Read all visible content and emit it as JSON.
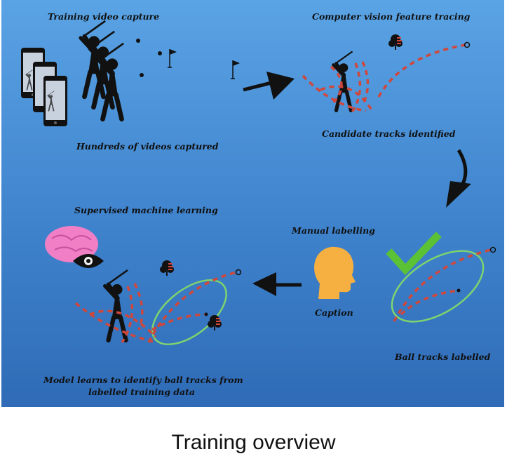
{
  "diagram": {
    "labels": {
      "training_video_capture": "Training video capture",
      "hundreds_of_videos": "Hundreds of videos captured",
      "cv_feature_tracing": "Computer vision feature tracing",
      "candidate_tracks": "Candidate tracks identified",
      "supervised_ml": "Supervised machine learning",
      "manual_labelling": "Manual labelling",
      "caption": "Caption",
      "ball_tracks_labelled": "Ball tracks labelled",
      "model_learns_line1": "Model learns to identify ball tracks from",
      "model_learns_line2": "labelled training data"
    },
    "caption": "Training overview",
    "colors": {
      "background_top": "#5aa3e4",
      "background_bottom": "#2f6bb6",
      "track": "#d0473b",
      "label_ellipse": "#7ed36f",
      "checkmark": "#5bc236",
      "brain": "#f07fc6",
      "head": "#f5b041"
    },
    "icons": [
      "phone-icon",
      "golfer-icon",
      "flag-icon",
      "tree-icon",
      "arrow-icon",
      "checkmark-icon",
      "brain-icon",
      "eye-icon",
      "head-icon"
    ]
  }
}
